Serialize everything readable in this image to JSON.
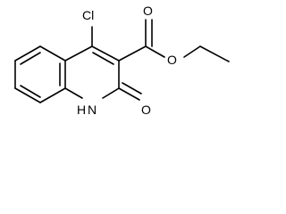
{
  "structure": {
    "atoms": {
      "chlorine": "Cl",
      "carbonyl_oxygen": "O",
      "ester_oxygen": "O",
      "amide_hydrogen": "H",
      "amide_nitrogen": "N",
      "ring_oxygen": "O"
    },
    "colors": {
      "bond": "#000000",
      "label": "#000000",
      "background": "#ffffff"
    }
  }
}
